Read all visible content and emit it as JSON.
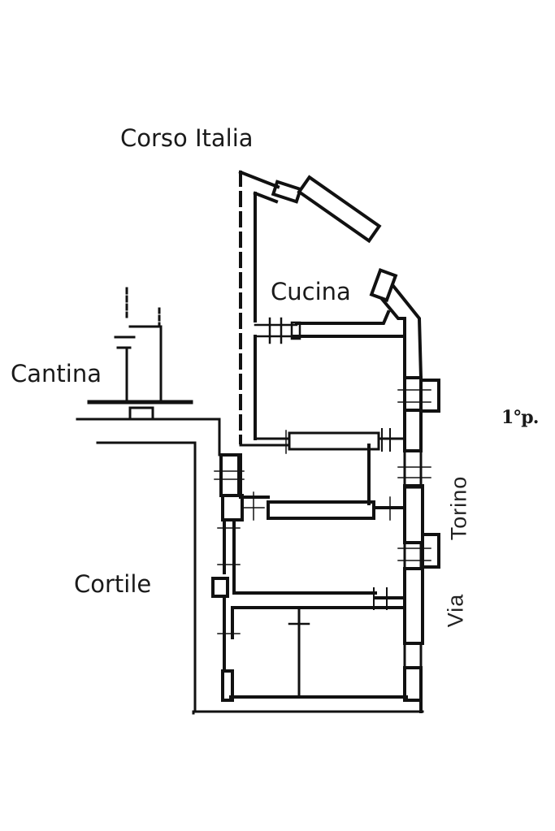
{
  "plan": {
    "labels": {
      "corso": "Corso Italia",
      "cucina": "Cucina",
      "cantina": "Cantina",
      "cortile": "Cortile",
      "floor": "1°p.",
      "via_word": "Via",
      "torino_word": "Torino"
    },
    "line_color": "#111111"
  }
}
